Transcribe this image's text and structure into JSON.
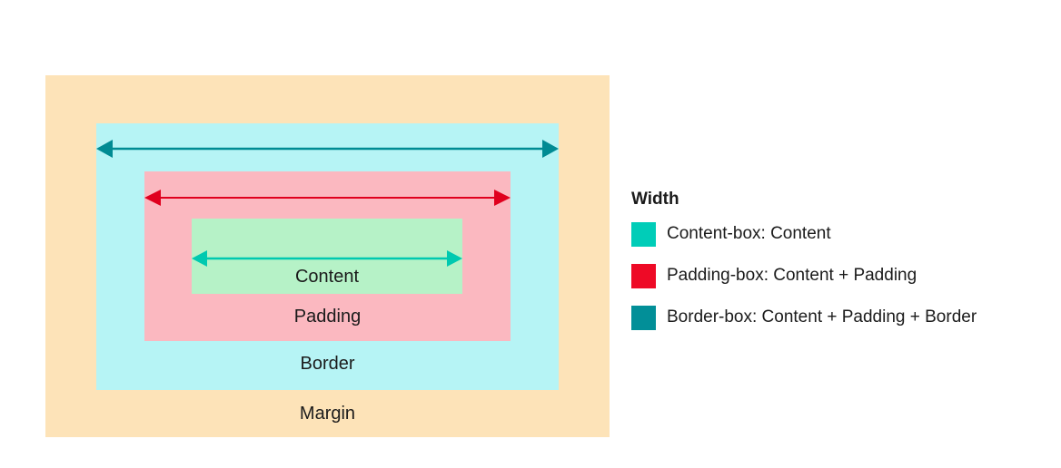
{
  "boxes": {
    "margin": {
      "label": "Margin",
      "color": "#fde3b8"
    },
    "border": {
      "label": "Border",
      "color": "#b6f4f5"
    },
    "padding": {
      "label": "Padding",
      "color": "#fbb8c0"
    },
    "content": {
      "label": "Content",
      "color": "#b6f2c7"
    }
  },
  "arrows": {
    "border_box_color": "#008b93",
    "padding_box_color": "#e0001e",
    "content_box_color": "#00c9b0"
  },
  "legend": {
    "title": "Width",
    "items": [
      {
        "label": "Content-box: Content",
        "color": "#00cdb8"
      },
      {
        "label": "Padding-box: Content + Padding",
        "color": "#ee0a26"
      },
      {
        "label": "Border-box: Content + Padding + Border",
        "color": "#028f98"
      }
    ]
  }
}
